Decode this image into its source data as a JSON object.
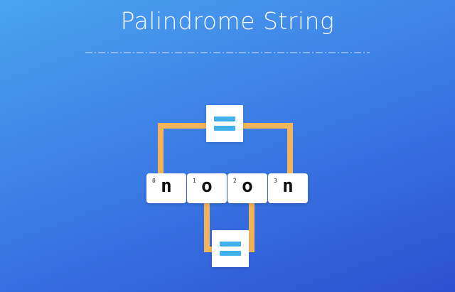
{
  "title": "Palindrome String",
  "colors": {
    "connector": "#f2b45a",
    "equals_bar": "#3fb2ee",
    "tile": "#ffffff",
    "divider": "#cfe1fb"
  },
  "characters": [
    {
      "index": "0",
      "char": "n"
    },
    {
      "index": "1",
      "char": "o"
    },
    {
      "index": "2",
      "char": "o"
    },
    {
      "index": "3",
      "char": "n"
    }
  ],
  "comparisons": [
    {
      "pair": [
        "0",
        "3"
      ],
      "symbol": "equals-icon"
    },
    {
      "pair": [
        "1",
        "2"
      ],
      "symbol": "equals-icon"
    }
  ]
}
